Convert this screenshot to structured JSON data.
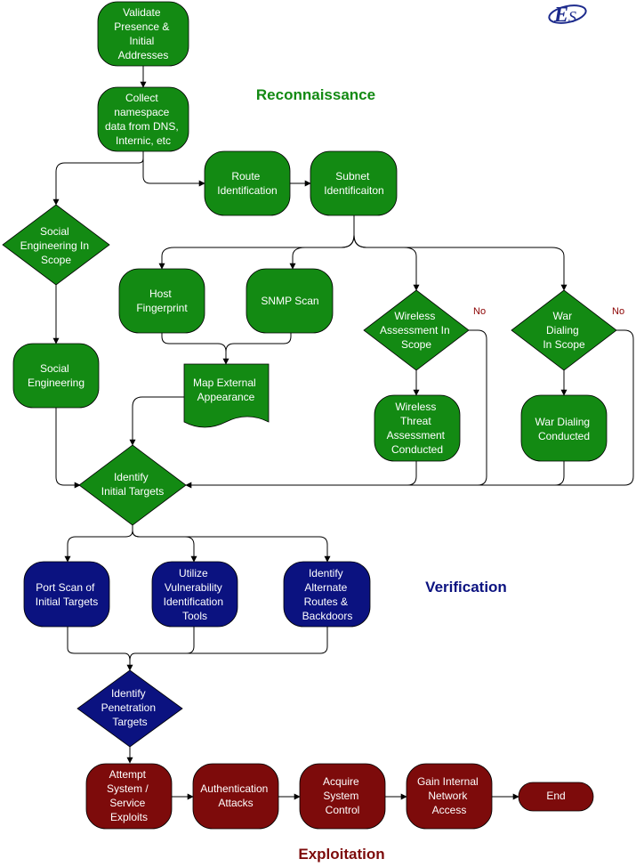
{
  "colors": {
    "recon": "#138a13",
    "verify": "#0b1280",
    "exploit": "#7d0b0b",
    "logo": "#1c2a8c"
  },
  "sections": {
    "recon": "Reconnaissance",
    "verify": "Verification",
    "exploit": "Exploitation"
  },
  "logo": {
    "icon": "company-logo-icon"
  },
  "nodes": {
    "validate": [
      "Validate",
      "Presence &",
      "Initial",
      "Addresses"
    ],
    "collect": [
      "Collect",
      "namespace",
      "data from DNS,",
      "Internic, etc"
    ],
    "route": [
      "Route",
      "Identification"
    ],
    "subnet": [
      "Subnet",
      "Identificaiton"
    ],
    "social_scope": [
      "Social",
      "Engineering In",
      "Scope"
    ],
    "host": [
      "Host",
      "Fingerprint"
    ],
    "snmp": [
      "SNMP Scan"
    ],
    "wireless_scope": [
      "Wireless",
      "Assessment In",
      "Scope"
    ],
    "war_scope": [
      "War",
      "Dialing",
      "In Scope"
    ],
    "social_eng": [
      "Social",
      "Engineering"
    ],
    "map_ext": [
      "Map External",
      "Appearance"
    ],
    "wireless_threat": [
      "Wireless",
      "Threat",
      "Assessment",
      "Conducted"
    ],
    "war_conducted": [
      "War Dialing",
      "Conducted"
    ],
    "identify_initial": [
      "Identify",
      "Initial Targets"
    ],
    "port_scan": [
      "Port Scan of",
      "Initial Targets"
    ],
    "vuln_tools": [
      "Utilize",
      "Vulnerability",
      "Identification",
      "Tools"
    ],
    "alt_routes": [
      "Identify",
      "Alternate",
      "Routes &",
      "Backdoors"
    ],
    "pen_targets": [
      "Identify",
      "Penetration",
      "Targets"
    ],
    "attempt": [
      "Attempt",
      "System /",
      "Service",
      "Exploits"
    ],
    "auth": [
      "Authentication",
      "Attacks"
    ],
    "acquire": [
      "Acquire",
      "System",
      "Control"
    ],
    "gain": [
      "Gain Internal",
      "Network",
      "Access"
    ],
    "end": [
      "End"
    ]
  },
  "edge_labels": {
    "wireless_no": "No",
    "war_no": "No"
  }
}
